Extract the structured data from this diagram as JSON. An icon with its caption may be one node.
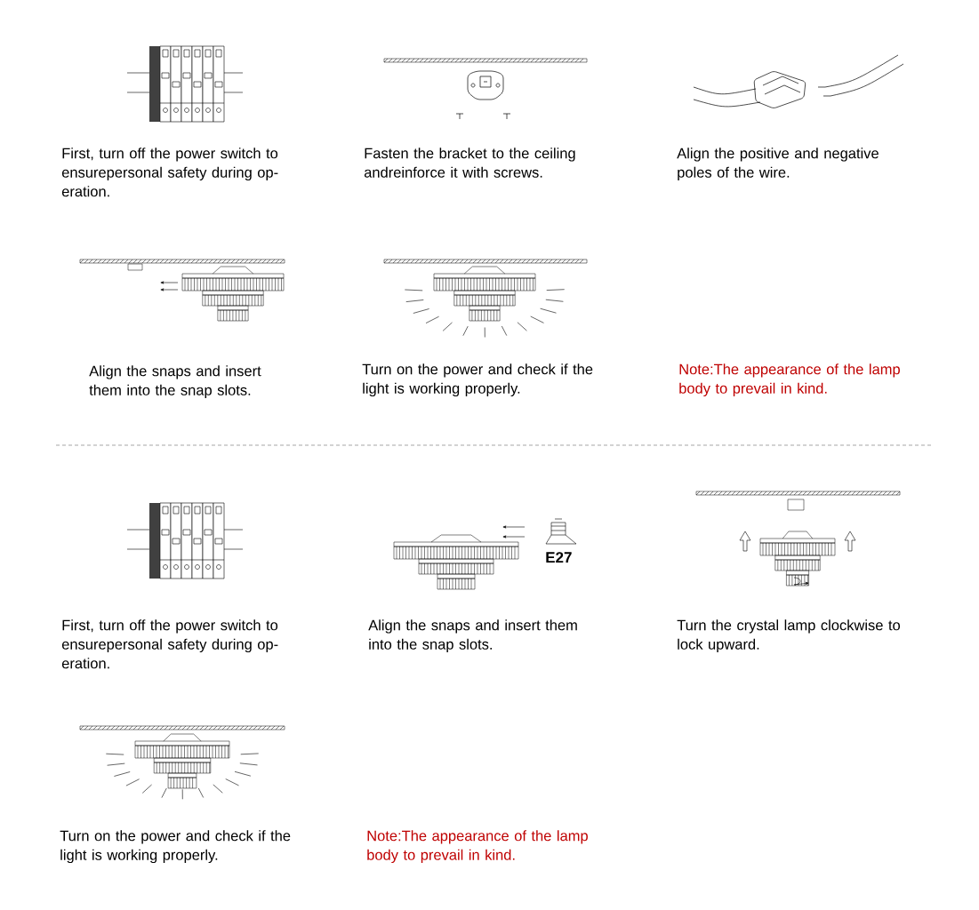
{
  "diagram": {
    "labels": [
      "First, turn off the power switch to ensurepersonal safety during op-eration.",
      "Fasten the bracket to the ceiling andreinforce it with screws.",
      "Align the positive and negative poles of the wire.",
      "Align the snaps and insert them into the snap slots.",
      "Turn on the power and check if the light is working properly.",
      "Note:The appearance of the lamp body to prevail in kind.",
      "E27",
      "First, turn off the power switch to ensurepersonal safety during op-eration.",
      "Align the snaps and insert them into the snap slots.",
      "Turn the crystal lamp clockwise to lock upward.",
      "Turn on the power and check if the light is working properly.",
      "Note:The appearance of the lamp body to prevail in kind."
    ]
  }
}
